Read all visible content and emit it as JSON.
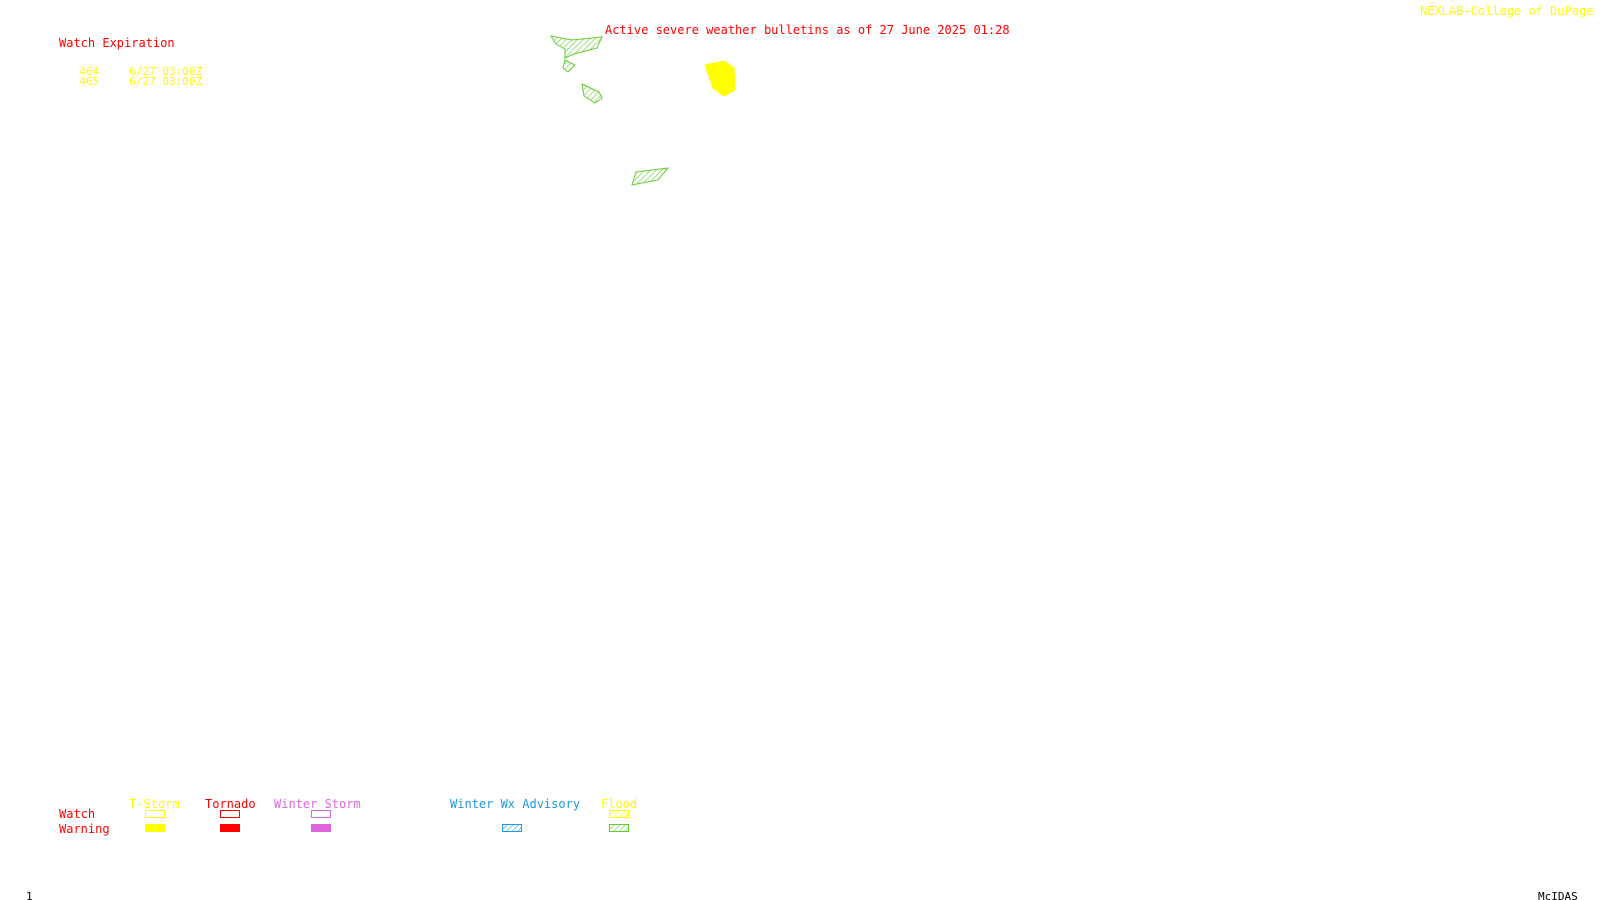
{
  "header": {
    "title": "Active severe weather bulletins as of 27 June 2025 01:28",
    "credit": "NEXLAB-College of DuPage R"
  },
  "watch_expiration": {
    "heading": "Watch Expiration",
    "rows": [
      {
        "number": "464",
        "expires": "6/27 03:00Z"
      },
      {
        "number": "465",
        "expires": "6/27 03:00Z"
      }
    ]
  },
  "map": {
    "shapes": [
      {
        "kind": "flood-warning",
        "color": "#66cc33",
        "pattern": "hatched"
      },
      {
        "kind": "flood-warning",
        "color": "#66cc33",
        "pattern": "hatched"
      },
      {
        "kind": "flood-warning",
        "color": "#66cc33",
        "pattern": "hatched"
      },
      {
        "kind": "flood-warning",
        "color": "#66cc33",
        "pattern": "hatched"
      },
      {
        "kind": "tstorm-warning",
        "color": "#ffff00",
        "pattern": "solid"
      }
    ]
  },
  "legend": {
    "row_labels": {
      "watch": "Watch",
      "warning": "Warning"
    },
    "columns": [
      {
        "label": "T-Storm",
        "color": "#ffff00",
        "watch_style": "outline",
        "warning_style": "solid"
      },
      {
        "label": "Tornado",
        "color": "#ff0000",
        "watch_style": "outline",
        "warning_style": "solid"
      },
      {
        "label": "Winter Storm",
        "color": "#dd66dd",
        "watch_style": "outline",
        "warning_style": "solid"
      },
      {
        "label": "Winter Wx Advisory",
        "color": "#2299dd",
        "watch_style": "none",
        "warning_style": "hatched"
      },
      {
        "label": "Flood",
        "color": "#ffff00",
        "watch_style": "hatched",
        "warning_style": "hatched",
        "warning_color": "#66cc33"
      }
    ]
  },
  "footer": {
    "page_number": "1",
    "software": "McIDAS"
  }
}
